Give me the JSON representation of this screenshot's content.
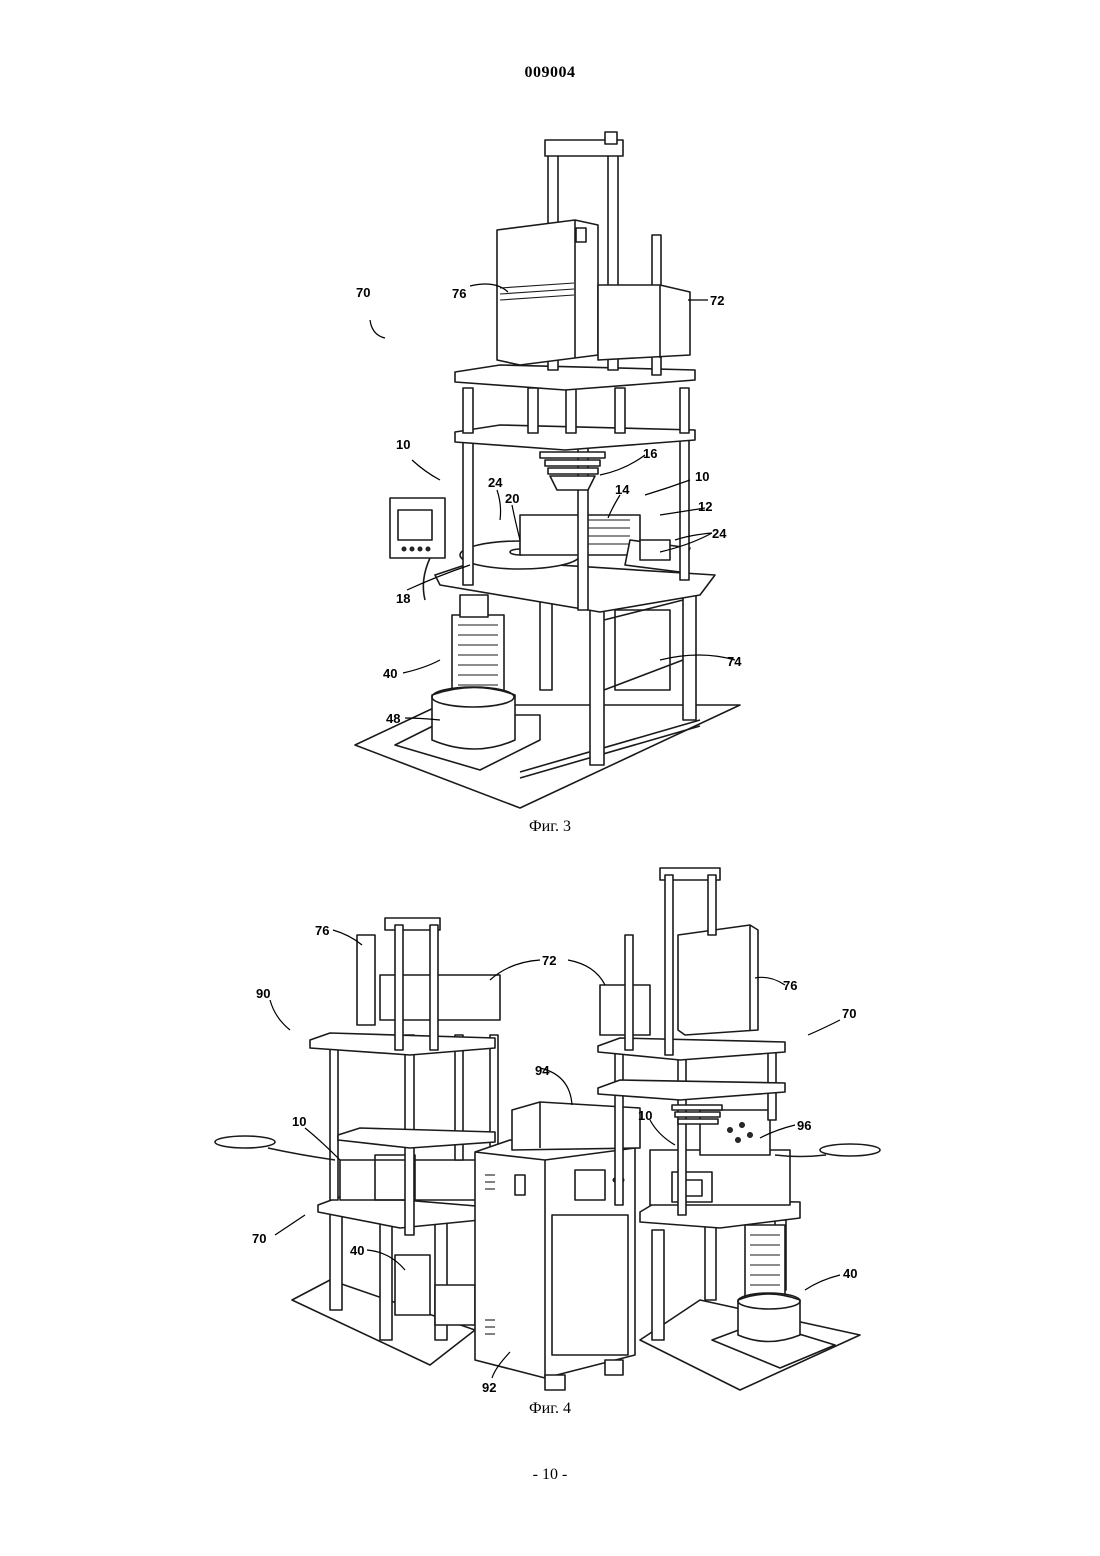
{
  "header": {
    "doc_number": "009004"
  },
  "figure3": {
    "caption": "Фиг. 3",
    "labels": [
      "70",
      "76",
      "72",
      "10",
      "16",
      "10",
      "24",
      "20",
      "14",
      "12",
      "24",
      "18",
      "40",
      "74",
      "48"
    ]
  },
  "figure4": {
    "caption": "Фиг. 4",
    "labels": [
      "76",
      "72",
      "90",
      "76",
      "70",
      "94",
      "10",
      "10",
      "96",
      "70",
      "40",
      "40",
      "92"
    ]
  },
  "footer": {
    "page_number": "- 10 -"
  }
}
